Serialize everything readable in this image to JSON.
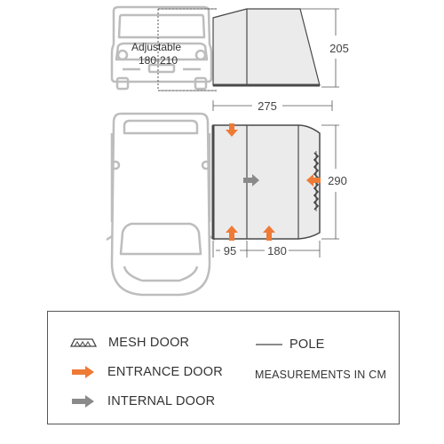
{
  "dimensions": {
    "height": "205",
    "width": "275",
    "depth": "290",
    "left_section": "95",
    "right_section": "180"
  },
  "van_label": {
    "line1": "Adjustable",
    "line2": "180-210"
  },
  "legend": {
    "mesh_door": "MESH DOOR",
    "entrance_door": "ENTRANCE DOOR",
    "internal_door": "INTERNAL DOOR",
    "pole": "POLE",
    "measurements_note": "MEASUREMENTS IN CM"
  },
  "colors": {
    "entrance_arrow": "#ee7a36",
    "internal_arrow": "#8a8a8a",
    "van_outline": "#bdbdbd",
    "tent_outline": "#4a4a4a"
  }
}
